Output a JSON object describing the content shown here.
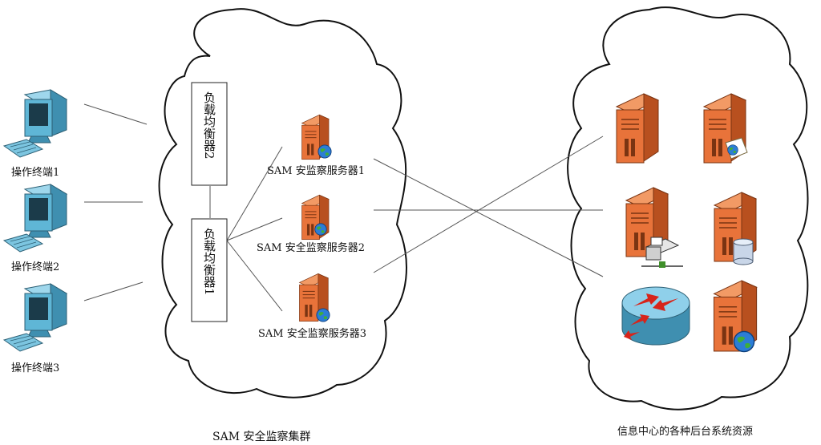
{
  "terminals": [
    {
      "label": "操作终端1"
    },
    {
      "label": "操作终端2"
    },
    {
      "label": "操作终端3"
    }
  ],
  "load_balancers": [
    {
      "label": "负载均衡器2"
    },
    {
      "label": "负载均衡器1"
    }
  ],
  "sam_servers": [
    {
      "label": "SAM 安监察服务器1"
    },
    {
      "label": "SAM 安全监察服务器2"
    },
    {
      "label": "SAM 安全监察服务器3"
    }
  ],
  "cluster_caption": "SAM 安全监察集群",
  "backend_caption": "信息中心的各种后台系统资源",
  "colors": {
    "server_orange": "#e8733a",
    "server_dark": "#b8501f",
    "monitor_blue": "#5fb6d6",
    "line": "#555555"
  }
}
